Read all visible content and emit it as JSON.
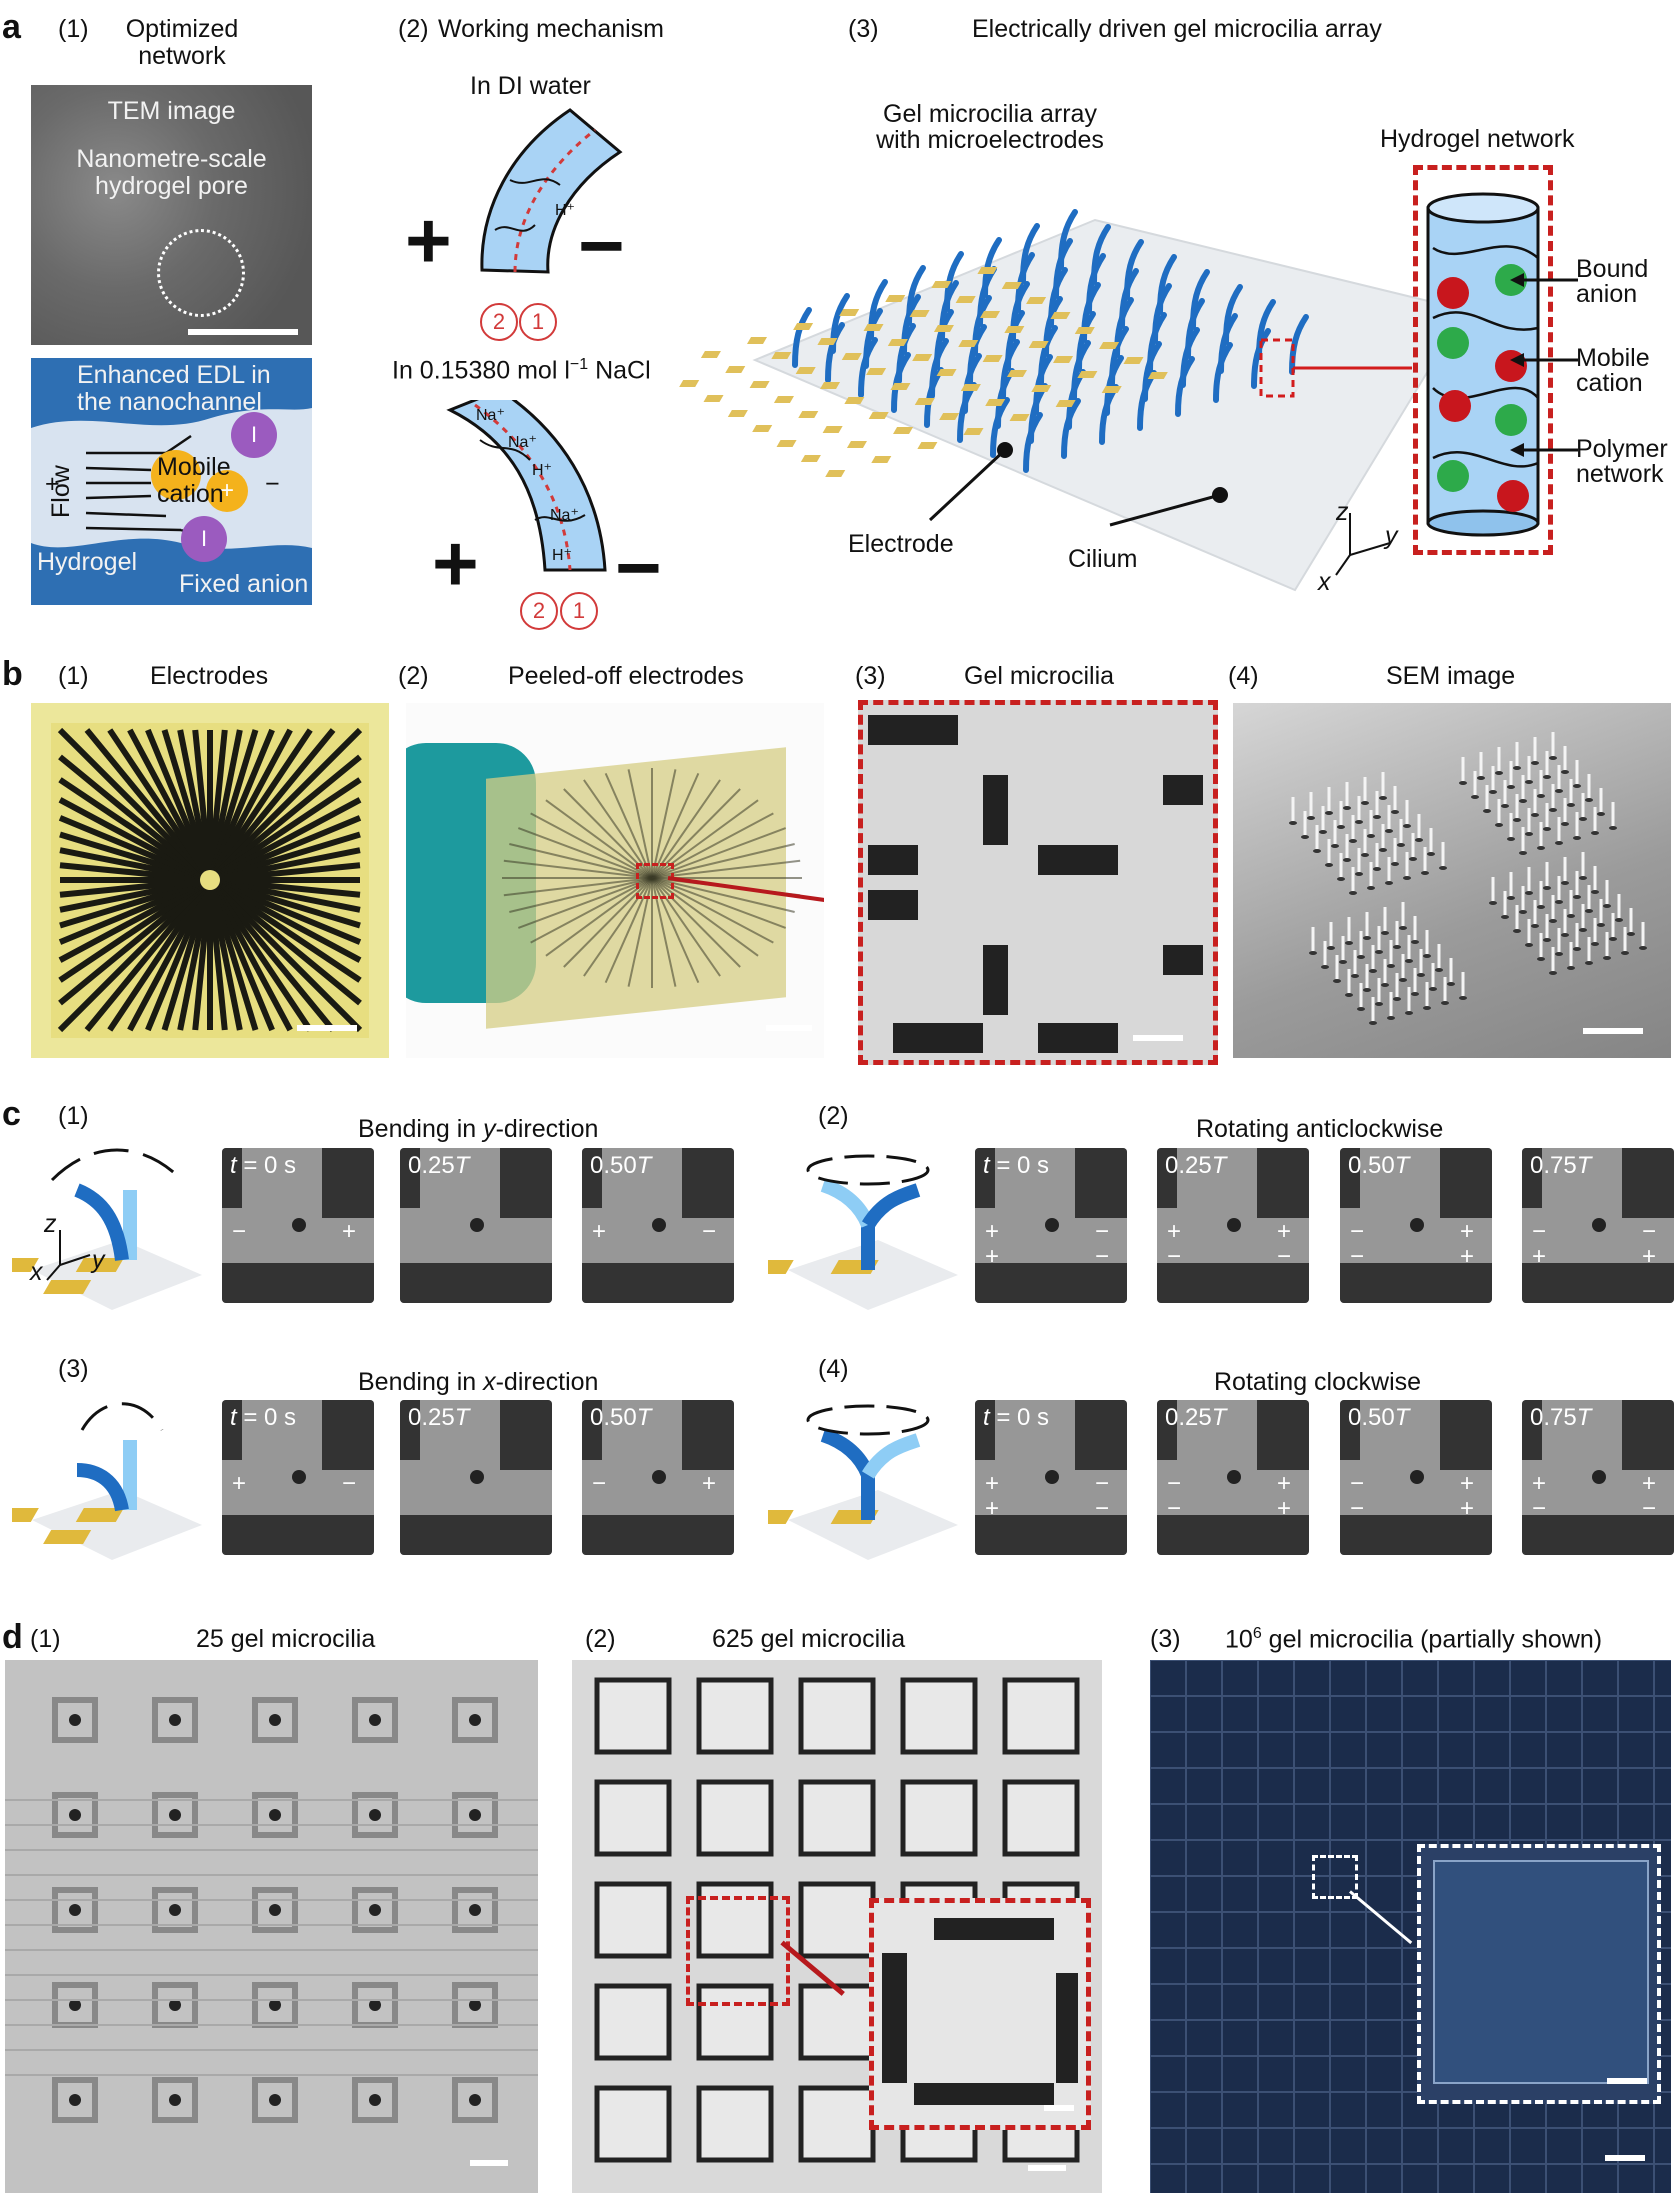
{
  "panels": {
    "a": {
      "letter": "a",
      "p1": {
        "num": "(1)",
        "title_line1": "Optimized",
        "title_line2": "network",
        "tem_label": "TEM image",
        "pore_line1": "Nanometre-scale",
        "pore_line2": "hydrogel pore",
        "edl_line1": "Enhanced EDL in",
        "edl_line2": "the nanochannel",
        "flow": "Flow",
        "plus": "+",
        "minus": "−",
        "mobile_line1": "Mobile",
        "mobile_line2": "cation",
        "hydrogel": "Hydrogel",
        "fixed_anion": "Fixed anion",
        "ion_anion": "I",
        "ion_cation": "+"
      },
      "p2": {
        "num": "(2)",
        "title": "Working mechanism",
        "di_water": "In DI water",
        "nacl": "In 0.15380 mol l",
        "nacl_sup": "−1",
        "nacl_end": " NaCl",
        "plus": "+",
        "minus": "−",
        "h_plus": "H⁺",
        "na_plus": "Na⁺",
        "circle_2": "2",
        "circle_1": "1"
      },
      "p3": {
        "num": "(3)",
        "title": "Electrically driven gel microcilia array",
        "array_line1": "Gel microcilia array",
        "array_line2": "with microelectrodes",
        "network_title": "Hydrogel network",
        "bound_line1": "Bound",
        "bound_line2": "anion",
        "mobile_line1": "Mobile",
        "mobile_line2": "cation",
        "polymer_line1": "Polymer",
        "polymer_line2": "network",
        "electrode": "Electrode",
        "cilium": "Cilium",
        "axis_z": "z",
        "axis_y": "y",
        "axis_x": "x"
      }
    },
    "b": {
      "letter": "b",
      "p1": {
        "num": "(1)",
        "title": "Electrodes"
      },
      "p2": {
        "num": "(2)",
        "title": "Peeled-off electrodes"
      },
      "p3": {
        "num": "(3)",
        "title": "Gel microcilia"
      },
      "p4": {
        "num": "(4)",
        "title": "SEM image"
      }
    },
    "c": {
      "letter": "c",
      "p1": {
        "num": "(1)",
        "title_pre": "Bending in ",
        "title_it": "y",
        "title_post": "-direction",
        "frames": [
          {
            "time_it": "t",
            "time_rest": " = 0 s",
            "signs": [
              "−",
              "+"
            ]
          },
          {
            "time_rest": "0.25",
            "time_it": "T",
            "signs": []
          },
          {
            "time_rest": "0.50",
            "time_it": "T",
            "signs": [
              "+",
              "−"
            ]
          }
        ]
      },
      "p2": {
        "num": "(2)",
        "title": "Rotating anticlockwise",
        "frames": [
          {
            "time_it": "t",
            "time_rest": " = 0 s",
            "signs": [
              "+",
              "−",
              "+",
              "−"
            ]
          },
          {
            "time_rest": "0.25",
            "time_it": "T",
            "signs": [
              "+",
              "+",
              "−",
              "−"
            ]
          },
          {
            "time_rest": "0.50",
            "time_it": "T",
            "signs": [
              "−",
              "+",
              "−",
              "+"
            ]
          },
          {
            "time_rest": "0.75",
            "time_it": "T",
            "signs": [
              "−",
              "−",
              "+",
              "+"
            ]
          }
        ]
      },
      "p3": {
        "num": "(3)",
        "title_pre": "Bending in ",
        "title_it": "x",
        "title_post": "-direction",
        "frames": [
          {
            "time_it": "t",
            "time_rest": " = 0 s",
            "signs": [
              "+",
              "−"
            ]
          },
          {
            "time_rest": "0.25",
            "time_it": "T",
            "signs": []
          },
          {
            "time_rest": "0.50",
            "time_it": "T",
            "signs": [
              "−",
              "+"
            ]
          }
        ]
      },
      "p4": {
        "num": "(4)",
        "title": "Rotating clockwise",
        "frames": [
          {
            "time_it": "t",
            "time_rest": " = 0 s",
            "signs": [
              "+",
              "−",
              "+",
              "−"
            ]
          },
          {
            "time_rest": "0.25",
            "time_it": "T",
            "signs": [
              "−",
              "+",
              "−",
              "+"
            ]
          },
          {
            "time_rest": "0.50",
            "time_it": "T",
            "signs": [
              "−",
              "+",
              "−",
              "+"
            ]
          },
          {
            "time_rest": "0.75",
            "time_it": "T",
            "signs": [
              "+",
              "+",
              "−",
              "−"
            ]
          }
        ]
      },
      "axis_z": "z",
      "axis_x": "x",
      "axis_y": "y"
    },
    "d": {
      "letter": "d",
      "p1": {
        "num": "(1)",
        "title": "25 gel microcilia"
      },
      "p2": {
        "num": "(2)",
        "title": "625 gel microcilia"
      },
      "p3": {
        "num": "(3)",
        "title_base": "10",
        "title_sup": "6",
        "title_rest": " gel microcilia (partially shown)"
      }
    }
  }
}
